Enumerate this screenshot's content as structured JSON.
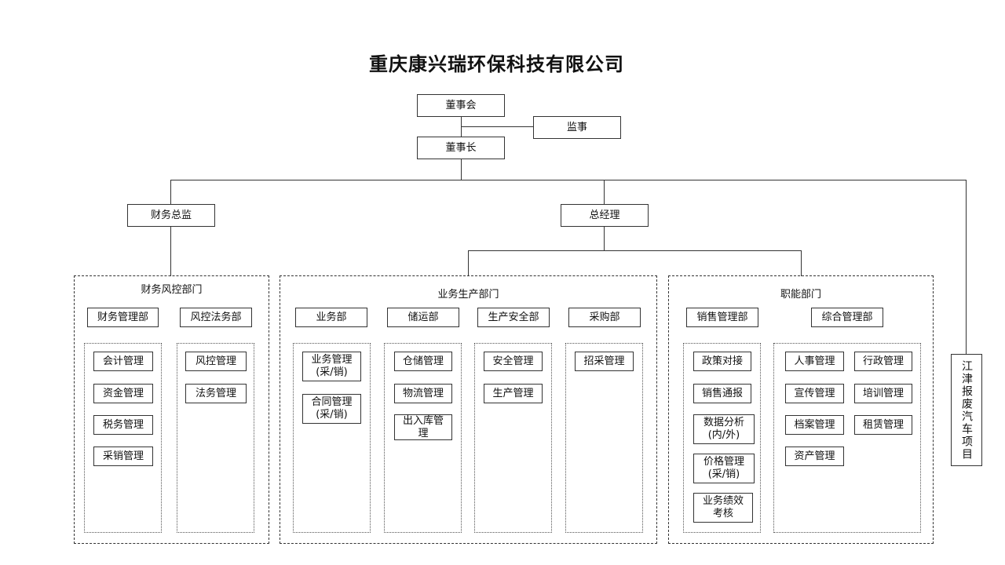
{
  "title": "重庆康兴瑞环保科技有限公司",
  "top": {
    "board": "董事会",
    "supervisor": "监事",
    "chairman": "董事长",
    "cfo": "财务总监",
    "gm": "总经理",
    "project": "江津报废汽车项目"
  },
  "groups": {
    "finance_risk": "财务风控部门",
    "business_production": "业务生产部门",
    "functional": "职能部门"
  },
  "departments": {
    "finance": "财务管理部",
    "risk_legal": "风控法务部",
    "business": "业务部",
    "storage_transport": "储运部",
    "production_safety": "生产安全部",
    "procurement": "采购部",
    "sales_mgmt": "销售管理部",
    "general_mgmt": "综合管理部"
  },
  "items": {
    "finance": [
      "会计管理",
      "资金管理",
      "税务管理",
      "采销管理"
    ],
    "risk_legal": [
      "风控管理",
      "法务管理"
    ],
    "business": [
      "业务管理\n(采/销)",
      "合同管理\n(采/销)"
    ],
    "storage_transport": [
      "仓储管理",
      "物流管理",
      "出入库管\n理"
    ],
    "production_safety": [
      "安全管理",
      "生产管理"
    ],
    "procurement": [
      "招采管理"
    ],
    "sales_mgmt": [
      "政策对接",
      "销售通报",
      "数据分析\n(内/外)",
      "价格管理\n(采/销)",
      "业务绩效\n考核"
    ],
    "general_mgmt_left": [
      "人事管理",
      "宣传管理",
      "档案管理",
      "资产管理"
    ],
    "general_mgmt_right": [
      "行政管理",
      "培训管理",
      "租赁管理"
    ]
  }
}
